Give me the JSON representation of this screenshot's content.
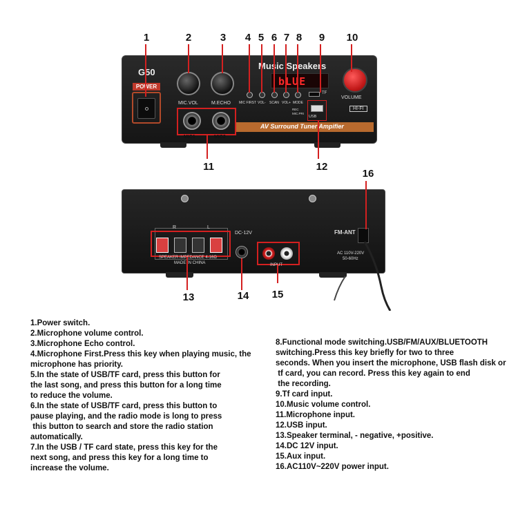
{
  "front_panel": {
    "model": "G50",
    "power_label": "POWER",
    "display_title": "Music Speakers",
    "display_text": "bLUE",
    "mic_vol_label": "MIC.VOL",
    "mic_echo_label": "M.ECHO",
    "mic_first_label": "MIC FIRST",
    "vol_minus_label": "VOL-",
    "scan_label": "SCAN",
    "vol_plus_label": "VOL+",
    "mode_label": "MODE",
    "rec_label": "REC MIC.PRI",
    "tf_label": "TF",
    "usb_label": "USB",
    "volume_label": "VOLUME",
    "hifi_label": "HI-FI",
    "banner": "AV Surround Tuner Ampifier",
    "mic1_label": "MIC1",
    "mic2_label": "MIC2"
  },
  "back_panel": {
    "impedance": "SPEAKER IMPEDANCE 4-16Ω",
    "made_in": "MADE IN CHINA",
    "r_label": "R",
    "l_label": "L",
    "dc_label": "DC-12V",
    "input_label": "INPUT",
    "fm_ant_label": "FM-ANT",
    "ac_label": "AC 110V-220V",
    "hz_label": "50-60Hz"
  },
  "callouts": [
    "1",
    "2",
    "3",
    "4",
    "5",
    "6",
    "7",
    "8",
    "9",
    "10",
    "11",
    "12",
    "13",
    "14",
    "15",
    "16"
  ],
  "descriptions_left": [
    "1.Power switch.",
    "2.Microphone volume control.",
    "3.Microphone Echo control.",
    "4.Microphone First.Press this key when playing music, the",
    "microphone has priority.",
    "5.In the state of USB/TF card, press this button for",
    "the last song, and press this button for a long time",
    "to reduce the volume.",
    "6.In the state of USB/TF card, press this button to",
    "pause playing, and the radio mode is long to press",
    " this button to search and store the radio station",
    "automatically.",
    "7.In the USB / TF card state, press this key for the",
    "next song, and press this key for a long time to",
    "increase the volume."
  ],
  "descriptions_right": [
    "8.Functional mode switching.USB/FM/AUX/BLUETOOTH",
    "switching.Press this key briefly for two to three",
    "seconds. When you insert the microphone, USB flash disk or",
    " tf card, you can record. Press this key again to end",
    " the recording.",
    "9.Tf card input.",
    "10.Music volume control.",
    "11.Microphone input.",
    "12.USB input.",
    "13.Speaker terminal, - negative, +positive.",
    "14.DC 12V input.",
    "15.Aux input.",
    "16.AC110V~220V power input."
  ],
  "colors": {
    "red_accent": "#d42020",
    "panel_dark": "#1c1c1c",
    "banner_orange": "#b86a2e"
  }
}
